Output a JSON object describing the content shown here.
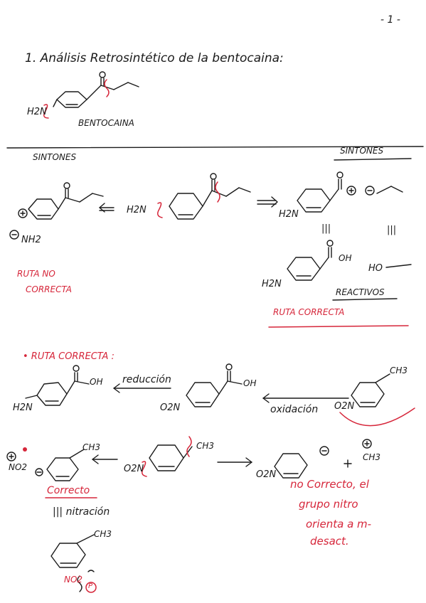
{
  "page_number": "- 1 -",
  "heading": "1. Análisis  Retrosintético  de  la  bentocaina:",
  "bentocaina_label": "BENTOCAINA",
  "amine": "H2N",
  "sintones_left": "SINTONES",
  "sintones_right": "SINTONES",
  "nh2_anion": "NH2",
  "equiv_a": "|||",
  "equiv_b": "|||",
  "ho_ethyl": "HO",
  "acid_oh": "OH",
  "reactivos": "REACTIVOS",
  "ruta_no_correcta": [
    "RUTA NO",
    "CORRECTA"
  ],
  "ruta_correcta_1": "RUTA  CORRECTA",
  "ruta_correcta_2": "• RUTA  CORRECTA :",
  "reduccion": "reducción",
  "oxidacion": "oxidación",
  "ch3": "CH3",
  "nitro": "O2N",
  "no2_cation": "NO2",
  "correcto": "Correcto",
  "nitracion": "||| nitración",
  "no_correcto": [
    "no Correcto, el",
    "grupo nitro",
    "orienta a m-",
    "desact."
  ],
  "bottom_reagents": "NO2",
  "bottom_p": "P"
}
